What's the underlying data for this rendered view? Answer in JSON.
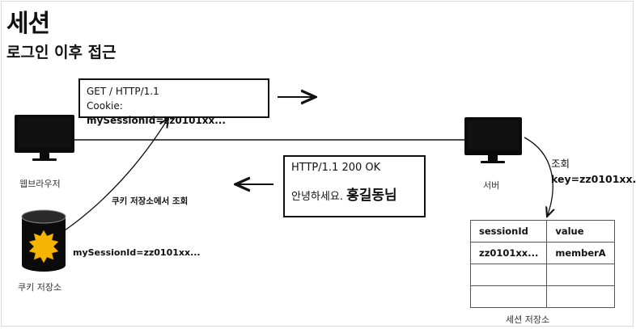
{
  "title": "세션",
  "subtitle": "로그인 이후 접근",
  "request": {
    "line1": "GET / HTTP/1.1",
    "cookie_prefix": "Cookie: ",
    "cookie_value": "mySessionId=zz0101xx..."
  },
  "response": {
    "status": "HTTP/1.1 200 OK",
    "greeting_prefix": "안녕하세요. ",
    "greeting_name": "홍길동님"
  },
  "browser_label": "웹브라우저",
  "server_label": "서버",
  "cookie_store": {
    "label": "쿠키 저장소",
    "value": "mySessionId=zz0101xx...",
    "lookup_label": "쿠키 저장소에서 조회"
  },
  "server_lookup": {
    "line1": "조회",
    "line2": "key=zz0101xx..."
  },
  "session_store": {
    "label": "세션 저장소",
    "headers": [
      "sessionId",
      "value"
    ],
    "rows": [
      [
        "zz0101xx...",
        "memberA"
      ],
      [
        "",
        ""
      ],
      [
        "",
        ""
      ]
    ]
  }
}
